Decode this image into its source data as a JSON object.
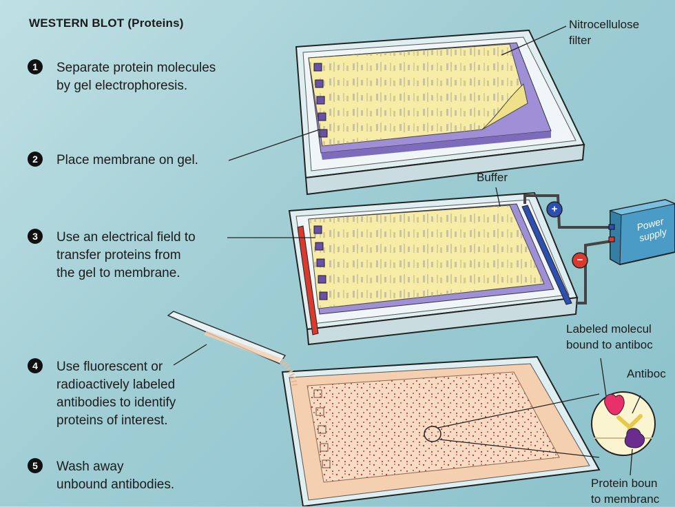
{
  "title": "WESTERN BLOT (Proteins)",
  "steps": [
    {
      "number": "1",
      "lines": [
        "Separate protein molecules",
        "by gel electrophoresis."
      ]
    },
    {
      "number": "2",
      "lines": [
        "Place membrane on gel."
      ]
    },
    {
      "number": "3",
      "lines": [
        "Use an electrical field to",
        "transfer proteins from",
        "the gel to membrane."
      ]
    },
    {
      "number": "4",
      "lines": [
        "Use fluorescent or",
        "radioactively labeled",
        "antibodies to identify",
        "proteins of interest."
      ]
    },
    {
      "number": "5",
      "lines": [
        "Wash away",
        "unbound antibodies."
      ]
    }
  ],
  "labels": {
    "nitrocellulose": [
      "Nitrocellulose",
      "filter"
    ],
    "buffer": "Buffer",
    "power_supply": [
      "Power",
      "supply"
    ],
    "labeled_molecule": [
      "Labeled molecul",
      "bound to antiboc"
    ],
    "antibody": "Antiboc",
    "protein_bound": [
      "Protein boun",
      "to membranc"
    ],
    "plus": "+",
    "minus": "−"
  },
  "colors": {
    "background": "#a9d3d9",
    "tray": "#f0f6f7",
    "gel_yellow": "#f6eca6",
    "gel_purple": "#9f8fd6",
    "anode_red": "#d83a2e",
    "cathode_blue": "#2c4fb0",
    "power_box": "#4a9bc5",
    "antibody_yellow": "#e7c94a",
    "protein_purple": "#6b2c8f",
    "label_pink": "#e8306a",
    "dots_red": "#c23a3a",
    "antibody_bath": "#f4cfb0"
  },
  "icons": {
    "plus": "plus-icon",
    "minus": "minus-icon",
    "pipette": "pipette-icon",
    "magnifier": "magnified-circle-icon"
  }
}
